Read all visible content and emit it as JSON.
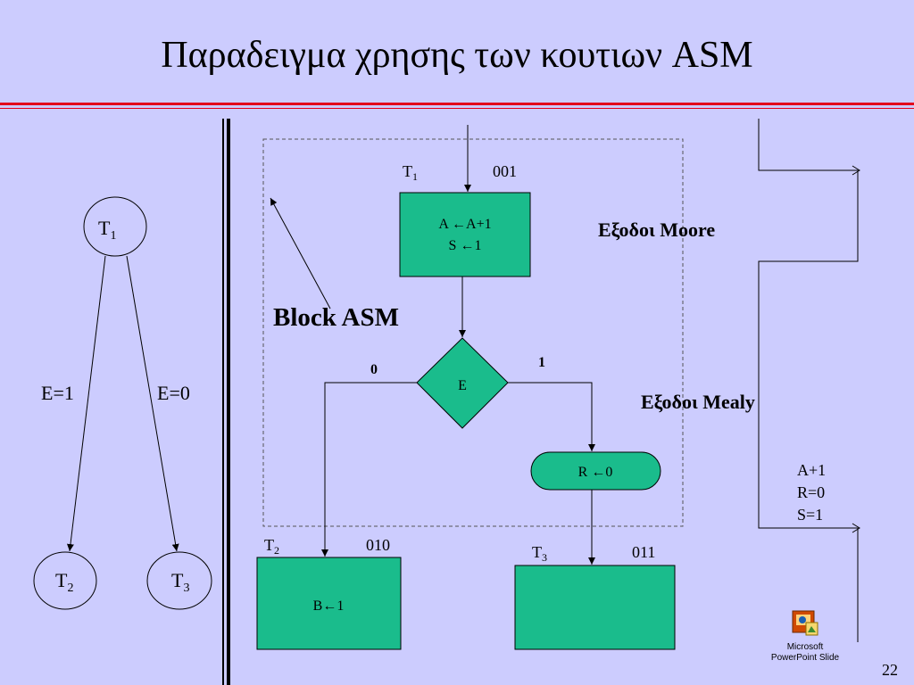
{
  "title": "Παραδειγμα χρησης των κουτιων ASM",
  "page_number": "22",
  "colors": {
    "background": "#ccccfe",
    "box_fill": "#1abc8c",
    "rule": "#e3001b"
  },
  "left_diagram": {
    "states": [
      {
        "name": "T",
        "sub": "1"
      },
      {
        "name": "T",
        "sub": "2"
      },
      {
        "name": "T",
        "sub": "3"
      }
    ],
    "edge_left": "E=1",
    "edge_right": "E=0"
  },
  "asm": {
    "block_label": "Block ASM",
    "state_box": {
      "label_name": "T",
      "label_sub": "1",
      "code": "001",
      "line1": "A ←A+1",
      "line2": "S ←1"
    },
    "decision": {
      "label": "E",
      "branch0": "0",
      "branch1": "1"
    },
    "conditional_output": "R ←0",
    "t2_box": {
      "label_name": "T",
      "label_sub": "2",
      "code": "010",
      "content": "B←1"
    },
    "t3_box": {
      "label_name": "T",
      "label_sub": "3",
      "code": "011",
      "content": ""
    },
    "moore_label": "Εξοδοι Moore",
    "mealy_label": "Εξοδοι Mealy"
  },
  "timing": {
    "line1": "A+1",
    "line2": "R=0",
    "line3": "S=1"
  },
  "ppt_icon": {
    "line1": "Microsoft",
    "line2": "PowerPoint Slide",
    "icon": "powerpoint-icon"
  }
}
